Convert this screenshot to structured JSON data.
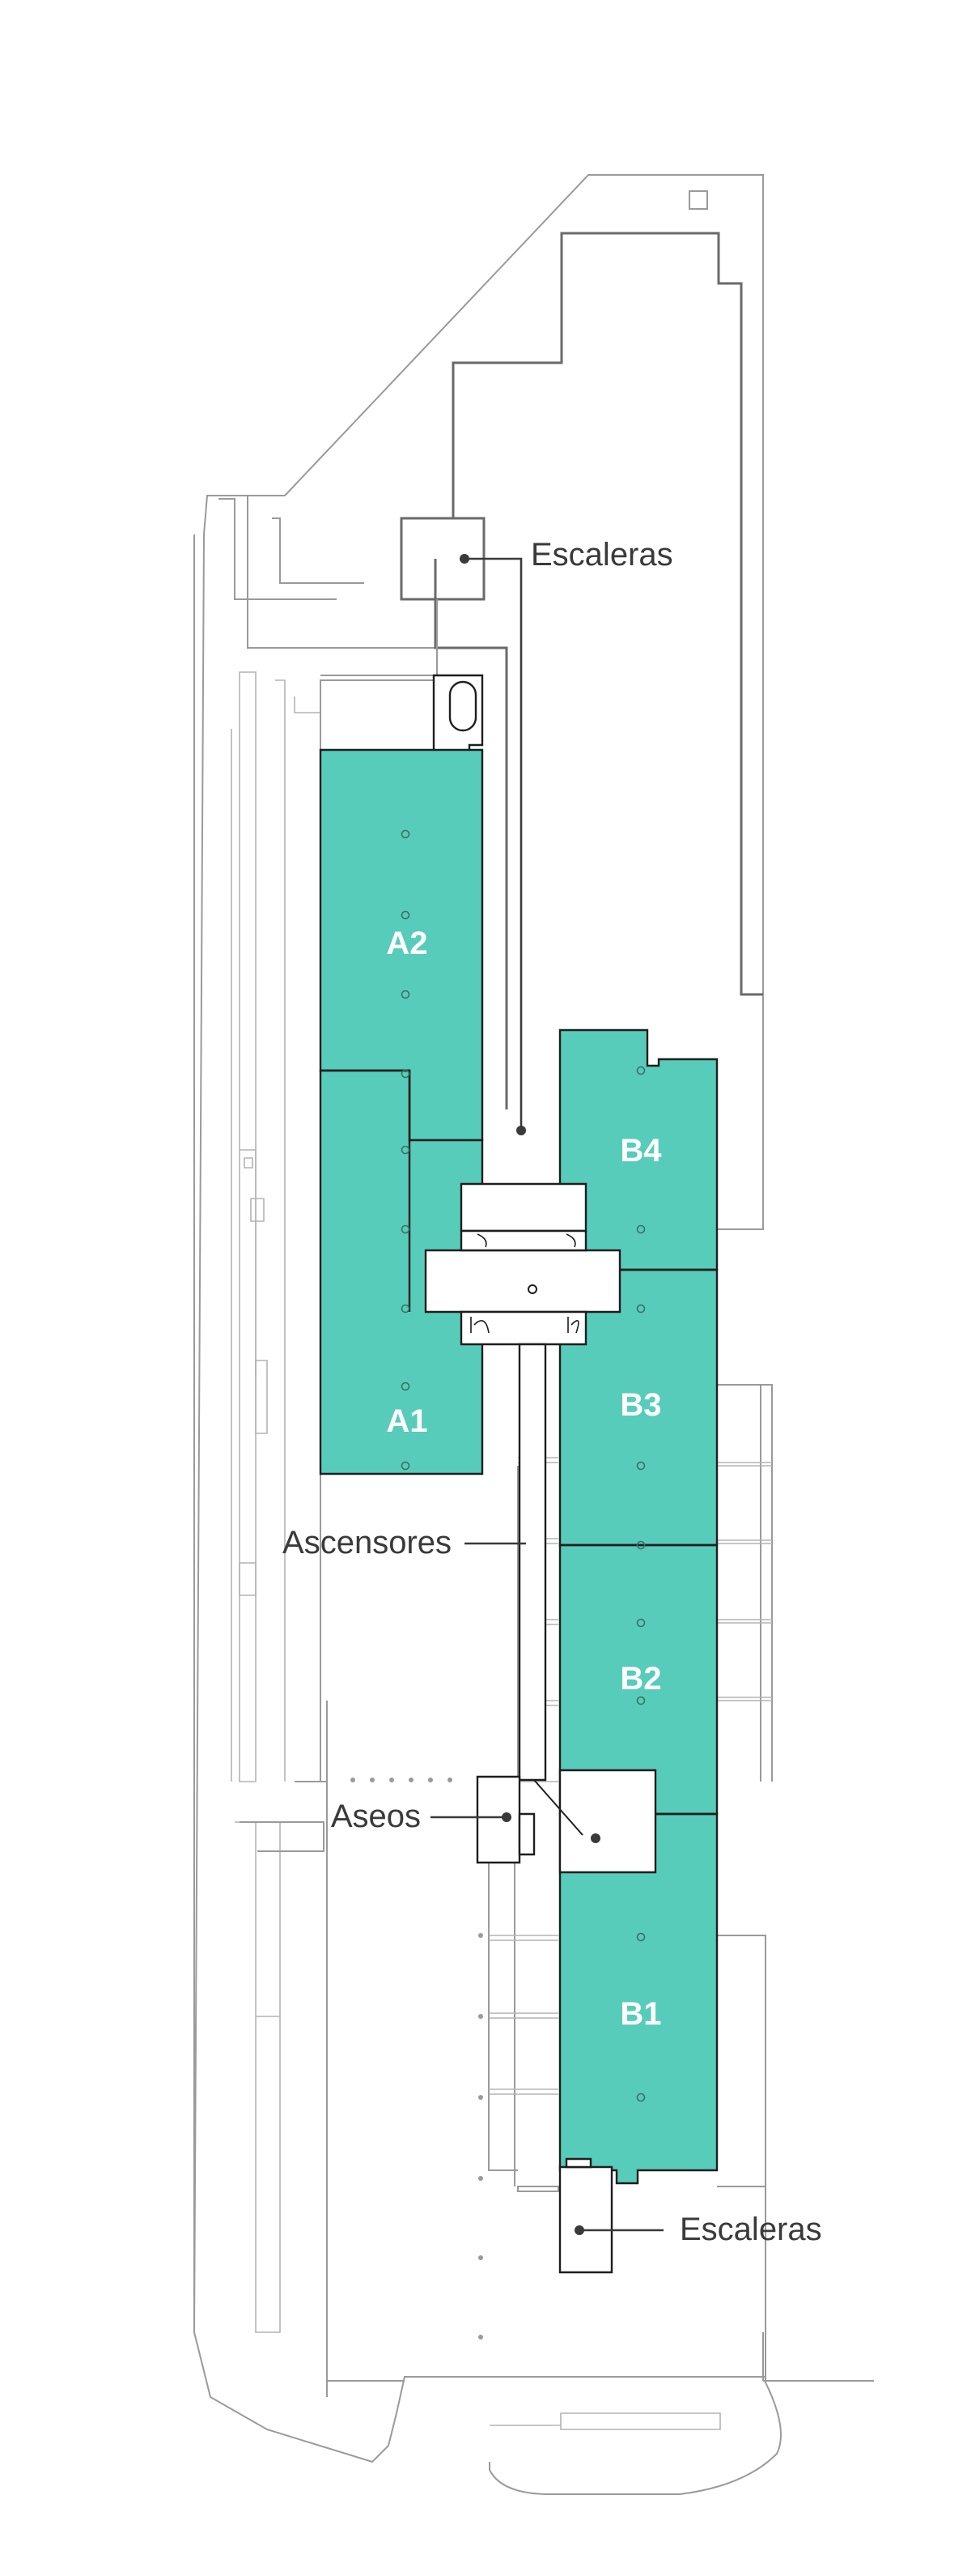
{
  "colors": {
    "space_fill": "#57ccba",
    "outline": "#9a9a9a",
    "core_stroke": "#1e1e1e",
    "callout_text": "#3a3a3a"
  },
  "spaces": [
    {
      "id": "A2",
      "label": "A2"
    },
    {
      "id": "A1",
      "label": "A1"
    },
    {
      "id": "B4",
      "label": "B4"
    },
    {
      "id": "B3",
      "label": "B3"
    },
    {
      "id": "B2",
      "label": "B2"
    },
    {
      "id": "B1",
      "label": "B1"
    }
  ],
  "callouts": {
    "stairs_north": "Escaleras",
    "elevators": "Ascensores",
    "toilets": "Aseos",
    "stairs_south": "Escaleras"
  }
}
